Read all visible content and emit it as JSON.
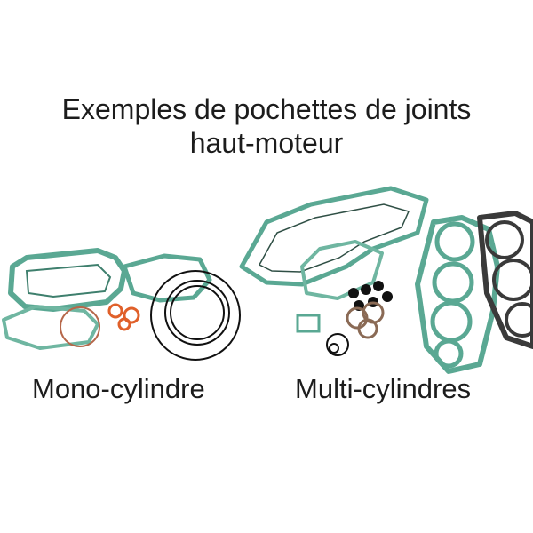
{
  "heading": {
    "line1": "Exemples de pochettes de joints",
    "line2": "haut-moteur"
  },
  "labels": {
    "single": "Mono-cylindre",
    "multi": "Multi-cylindres"
  },
  "colors": {
    "gasket_teal": "#5aa893",
    "gasket_dark": "#2f4f45",
    "orange_seal": "#e0602a",
    "black_oring": "#111111",
    "steel_gasket": "#3a3a3a"
  }
}
